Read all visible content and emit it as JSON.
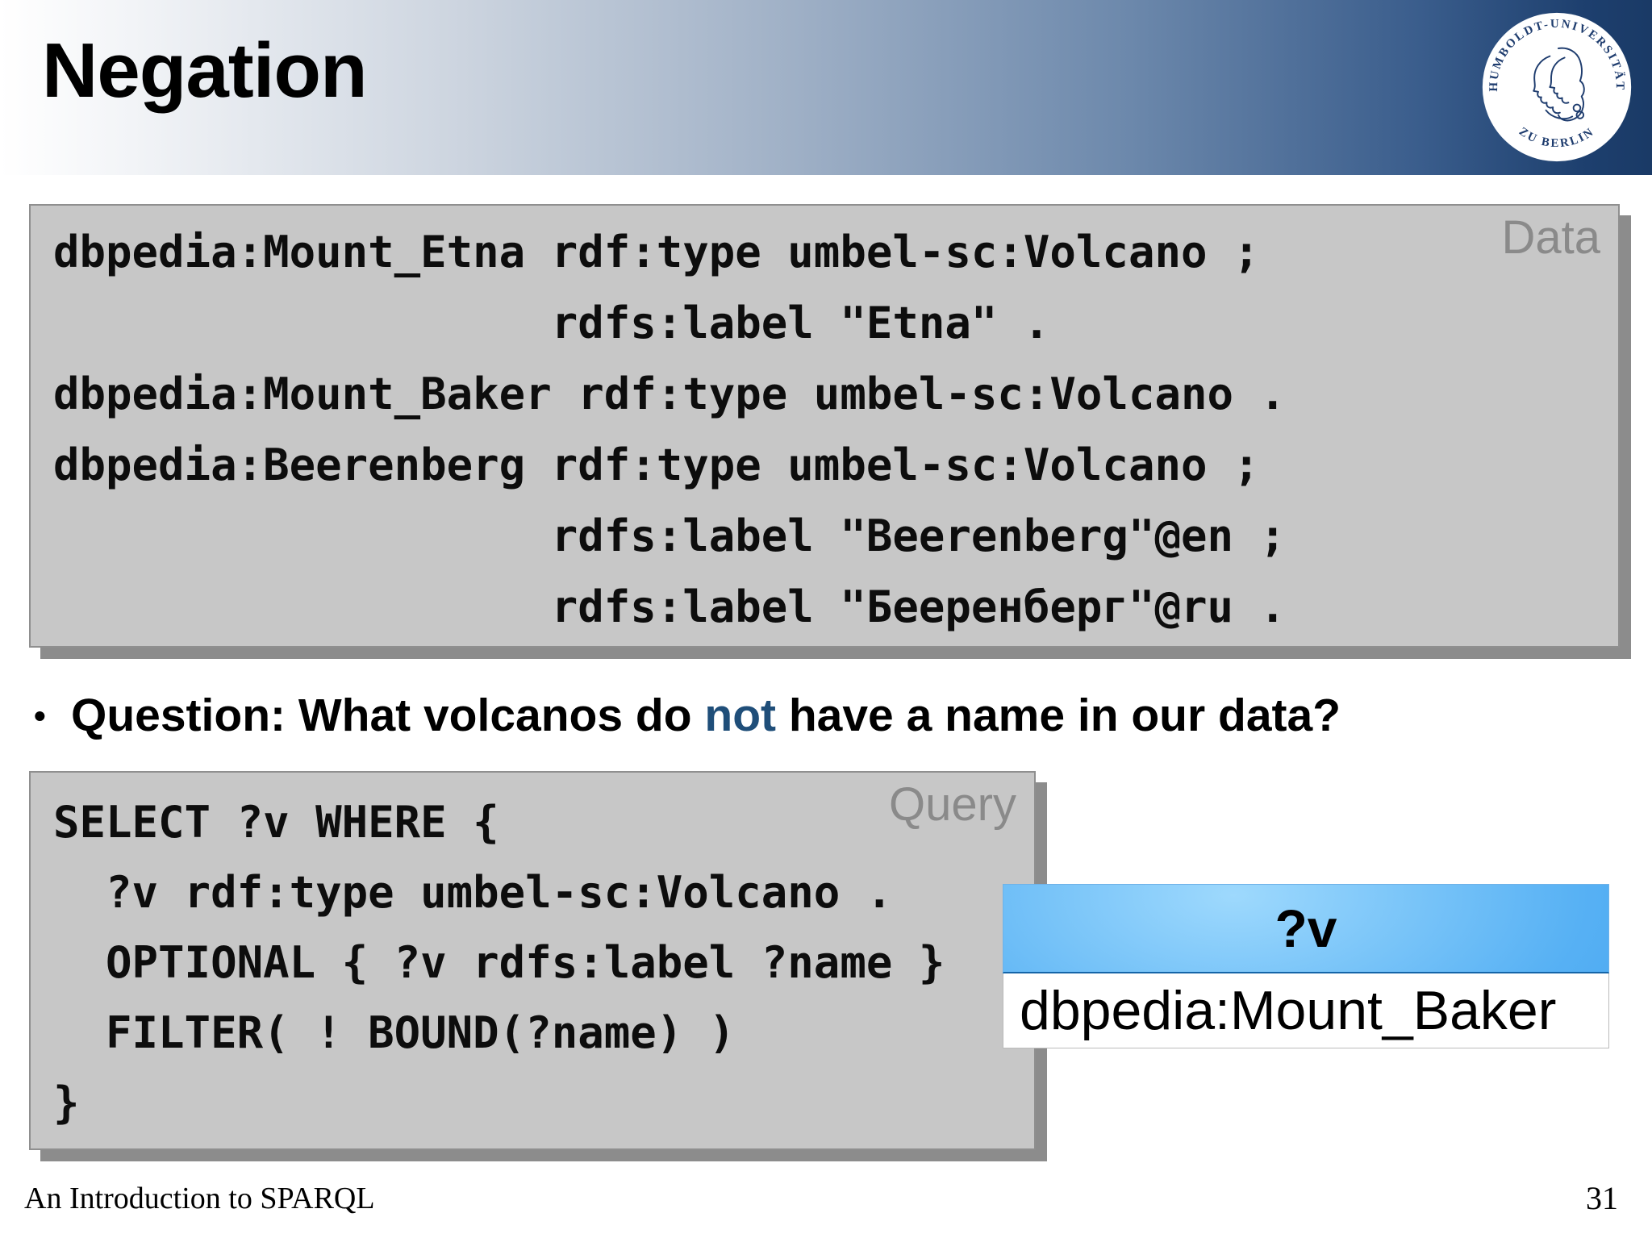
{
  "slide": {
    "title": "Negation",
    "footer_text": "An Introduction to SPARQL",
    "page_number": "31"
  },
  "logo": {
    "top_text": "HUMBOLDT-UNIVERSITÄT",
    "bottom_text": "· ZU BERLIN ·"
  },
  "data_box": {
    "label": "Data",
    "lines": [
      "dbpedia:Mount_Etna rdf:type umbel-sc:Volcano ;",
      "                   rdfs:label \"Etna\" .",
      "dbpedia:Mount_Baker rdf:type umbel-sc:Volcano .",
      "dbpedia:Beerenberg rdf:type umbel-sc:Volcano ;",
      "                   rdfs:label \"Beerenberg\"@en ;",
      "                   rdfs:label \"Бееренберг\"@ru ."
    ]
  },
  "question": {
    "bullet": "•",
    "before": "Question: What volcanos do ",
    "highlight": "not",
    "after": " have a name in our data?"
  },
  "query_box": {
    "label": "Query",
    "lines": [
      "SELECT ?v WHERE {",
      "  ?v rdf:type umbel-sc:Volcano .",
      "  OPTIONAL { ?v rdfs:label ?name }",
      "  FILTER( ! BOUND(?name) )",
      "}"
    ]
  },
  "result_table": {
    "header": "?v",
    "rows": [
      "dbpedia:Mount_Baker"
    ]
  },
  "colors": {
    "highlight_blue": "#1f4e79",
    "header_band_dark": "#1a3a66",
    "table_header_blue": "#2e93e9",
    "code_box_gray": "#c7c7c7",
    "label_gray": "#8a8a8a"
  }
}
